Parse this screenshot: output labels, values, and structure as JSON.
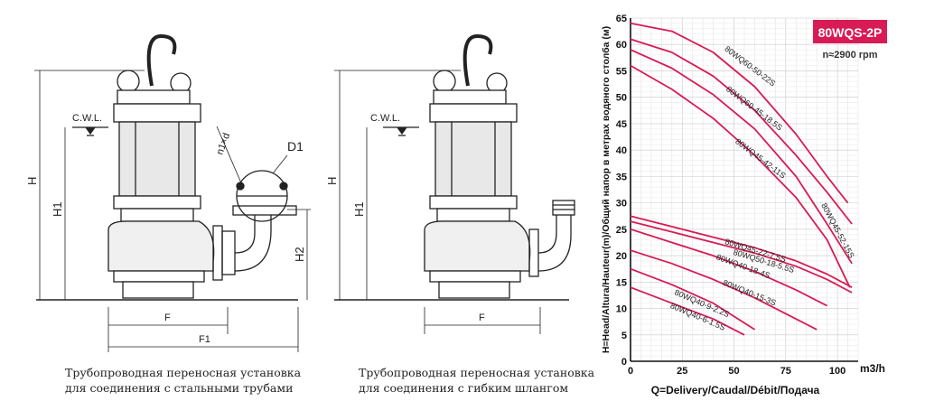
{
  "diagram": {
    "left": {
      "labels": {
        "cwl": "C.W.L.",
        "H": "H",
        "H1": "H1",
        "H2": "H2",
        "F": "F",
        "F1": "F1",
        "D1": "D1",
        "n1d": "n1×d"
      },
      "caption_line1": "Трубопроводная переносная установка",
      "caption_line2": "для соединения с стальными трубами"
    },
    "right": {
      "labels": {
        "cwl": "C.W.L.",
        "H": "H",
        "H1": "H1",
        "F": "F"
      },
      "caption_line1": "Трубопроводная переносная установка",
      "caption_line2": "для соединения с гибким шлангом"
    }
  },
  "chart_data": {
    "type": "line",
    "title": "80WQS-2P",
    "subtitle": "n≈2900 rpm",
    "xlabel": "Q=Delivery/Caudal/Débit/Подача",
    "xunit": "m3/h",
    "ylabel": "H=Head/Altura/Hauteur(m)/Общий напор в метрах водяного столба (м)",
    "xlim": [
      0,
      110
    ],
    "ylim": [
      0,
      65
    ],
    "xticks": [
      0,
      25,
      50,
      75,
      100
    ],
    "yticks": [
      0,
      5,
      10,
      15,
      20,
      25,
      30,
      35,
      40,
      45,
      50,
      55,
      60,
      65
    ],
    "grid": true,
    "colors": {
      "curve": "#d81b55",
      "badge": "#d81b55"
    },
    "series": [
      {
        "name": "80WQ60-50-22S",
        "x": [
          0,
          20,
          40,
          60,
          80,
          95,
          105
        ],
        "y": [
          64,
          62.5,
          58.5,
          52,
          43,
          35,
          30
        ]
      },
      {
        "name": "80WQ60-45-18.5S",
        "x": [
          0,
          20,
          40,
          60,
          80,
          95,
          107
        ],
        "y": [
          61,
          58.5,
          54,
          47.5,
          39,
          32,
          26
        ]
      },
      {
        "name": "80WQ45-52-15S",
        "x": [
          0,
          20,
          40,
          60,
          80,
          95,
          107
        ],
        "y": [
          59,
          55.5,
          50.5,
          44,
          35,
          26,
          18.5
        ]
      },
      {
        "name": "80WQ45-42-11S",
        "x": [
          0,
          20,
          40,
          60,
          80,
          95,
          106
        ],
        "y": [
          56,
          51.5,
          46,
          39,
          31,
          23,
          14
        ]
      },
      {
        "name": "80WQ45-22-7.5S",
        "x": [
          0,
          20,
          40,
          60,
          80,
          95,
          107
        ],
        "y": [
          27.5,
          25.5,
          23.5,
          21.5,
          19,
          16.5,
          14
        ]
      },
      {
        "name": "80WQ50-18-5.5S",
        "x": [
          0,
          20,
          40,
          60,
          80,
          95,
          107
        ],
        "y": [
          26.5,
          24.5,
          22.5,
          20.5,
          18,
          15.5,
          13
        ]
      },
      {
        "name": "80WQ40-18-4S",
        "x": [
          0,
          20,
          40,
          60,
          80,
          95
        ],
        "y": [
          25,
          22.5,
          20,
          17,
          13.5,
          10.5
        ]
      },
      {
        "name": "80WQ40-15-3S",
        "x": [
          0,
          20,
          40,
          60,
          80,
          90
        ],
        "y": [
          21,
          18.5,
          15.5,
          12,
          8,
          6
        ]
      },
      {
        "name": "80WQ40-9-2.2S",
        "x": [
          0,
          20,
          40,
          50,
          60
        ],
        "y": [
          17.5,
          14.5,
          11,
          8.5,
          6
        ]
      },
      {
        "name": "80WQ40-6-1.5S",
        "x": [
          0,
          20,
          40,
          50,
          55
        ],
        "y": [
          14,
          11,
          8,
          6,
          5
        ]
      }
    ],
    "annotations": [
      {
        "text": "80WQ60-50-22S",
        "x": 57,
        "y": 55.5,
        "angle": 37
      },
      {
        "text": "80WQ60-45-18.5S",
        "x": 59,
        "y": 47.5,
        "angle": 37
      },
      {
        "text": "80WQ45-42-11S",
        "x": 62,
        "y": 38,
        "angle": 37
      },
      {
        "text": "80WQ45-52-15S",
        "x": 99,
        "y": 24.5,
        "angle": 62
      },
      {
        "text": "80WQ45-22-7.5S",
        "x": 60,
        "y": 20.5,
        "angle": 17
      },
      {
        "text": "80WQ50-18-5.5S",
        "x": 64,
        "y": 18.5,
        "angle": 17
      },
      {
        "text": "80WQ40-18-4S",
        "x": 54,
        "y": 17.5,
        "angle": 20
      },
      {
        "text": "80WQ40-15-3S",
        "x": 57,
        "y": 12.5,
        "angle": 22
      },
      {
        "text": "80WQ40-9-2.2S",
        "x": 34,
        "y": 10.5,
        "angle": 23
      },
      {
        "text": "80WQ40-6-1.5S",
        "x": 32,
        "y": 8,
        "angle": 23
      }
    ]
  }
}
